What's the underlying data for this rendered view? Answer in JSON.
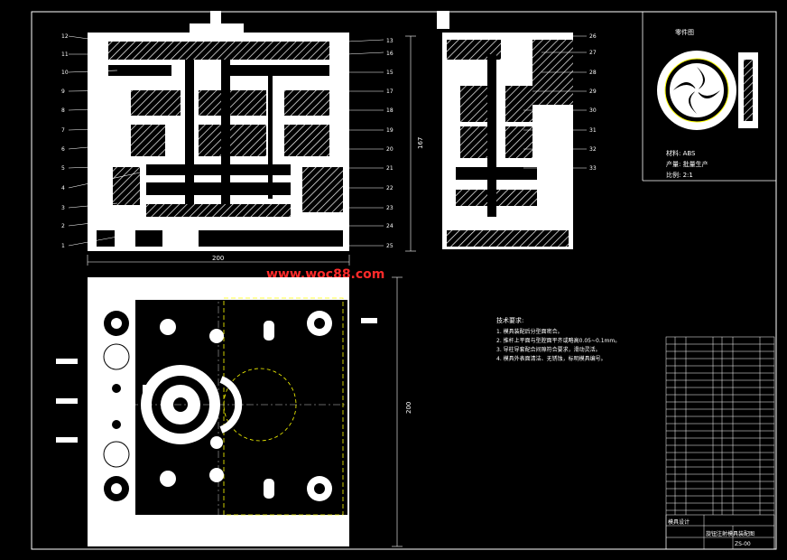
{
  "watermark": "www.woc88.com",
  "left_callouts": [
    "12",
    "11",
    "10",
    "9",
    "8",
    "7",
    "6",
    "5",
    "4",
    "3",
    "2",
    "1"
  ],
  "mid_callouts": [
    "13",
    "16",
    "15",
    "17",
    "18",
    "19",
    "20",
    "21",
    "22",
    "23",
    "24",
    "25"
  ],
  "right_callouts": [
    "26",
    "27",
    "28",
    "29",
    "30",
    "31",
    "32",
    "33"
  ],
  "dims": {
    "width_top": "200",
    "height_side": "167",
    "height_plate": "200"
  },
  "part_view": {
    "title": "零件图",
    "material_label": "材料: ABS",
    "production_label": "产量: 批量生产",
    "scale_label": "比例: 2:1"
  },
  "tech_req": {
    "title": "技术要求:",
    "lines": [
      "1.  模具装配后分型面密合。",
      "2.  推杆上平面与型腔面平齐或略高0.05~0.1mm。",
      "3.  导柱导套配合间隙符合要求，滑动灵活。",
      "4.  模具外表面清洁、无锈蚀，标明模具编号。"
    ]
  },
  "title_block": {
    "drawing_title": "旋钮注射模具装配图",
    "school": "模具设计",
    "sheet_no": "ZS-00"
  },
  "colors": {
    "line": "#ffffff",
    "accent": "#ffff00",
    "watermark": "#ff2a2a"
  }
}
